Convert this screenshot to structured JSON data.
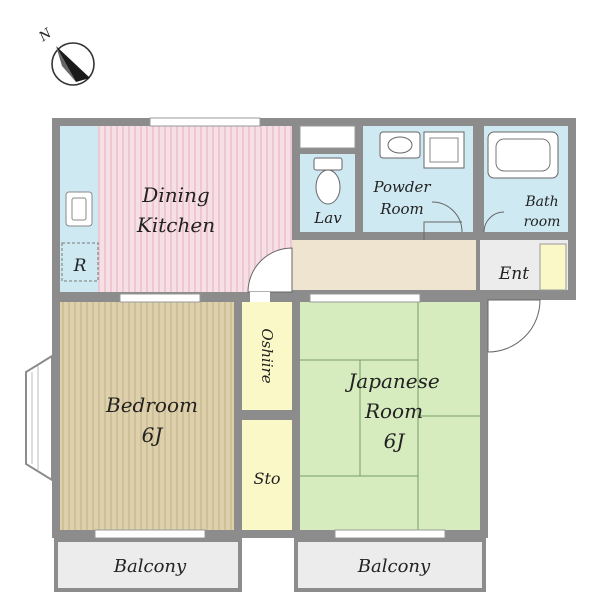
{
  "plan": {
    "compass": {
      "letter": "N",
      "icon": "north-arrow-icon"
    },
    "rooms": {
      "dining_kitchen": {
        "line1": "Dining",
        "line2": "Kitchen"
      },
      "refrigerator": {
        "label": "R"
      },
      "lavatory": {
        "label": "Lav"
      },
      "powder_room": {
        "line1": "Powder",
        "line2": "Room"
      },
      "bath_room": {
        "line1": "Bath",
        "line2": "room"
      },
      "entrance": {
        "label": "Ent"
      },
      "oshiire": {
        "label": "Oshiire"
      },
      "bedroom": {
        "line1": "Bedroom",
        "line2": "6J"
      },
      "storage": {
        "label": "Sto"
      },
      "japanese_room": {
        "line1": "Japanese",
        "line2": "Room",
        "line3": "6J"
      },
      "balcony_left": {
        "label": "Balcony"
      },
      "balcony_right": {
        "label": "Balcony"
      }
    },
    "colors": {
      "wall": "#8c8c8c",
      "kitchen_floor": "#f7dfe6",
      "kitchen_stripe": "#e7b9c5",
      "wet_area": "#cfe9f2",
      "hall": "#efe4cf",
      "bedroom_floor": "#ddd0aa",
      "bedroom_stripe": "#c5b68c",
      "tatami": "#d6ecbf",
      "closet": "#fbf8c8",
      "entrance": "#ececec",
      "balcony": "#ececec"
    }
  }
}
